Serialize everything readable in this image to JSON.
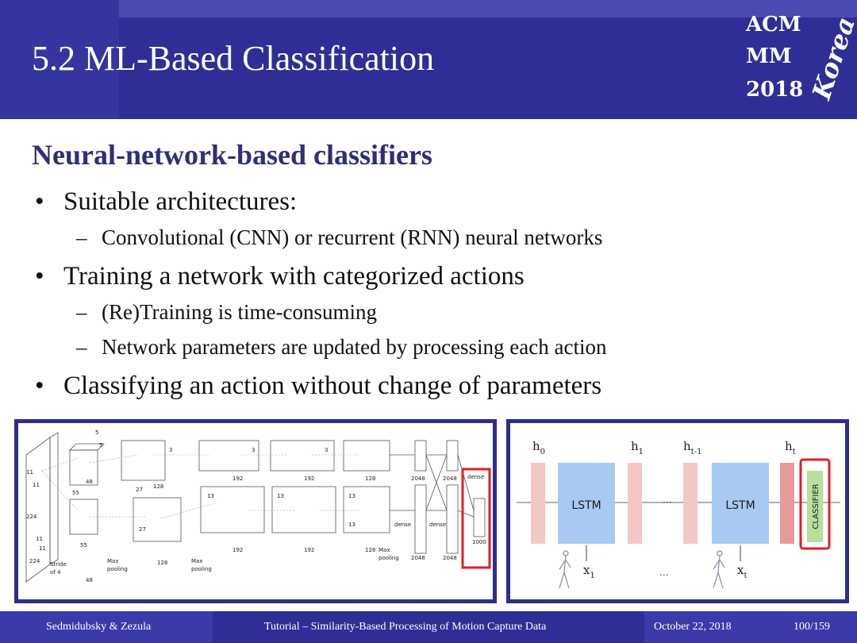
{
  "header": {
    "title": "5.2 ML-Based Classification",
    "logo": {
      "line1": "ACM",
      "line2": "MM",
      "line3": "2018",
      "script": "Korea"
    }
  },
  "content": {
    "heading": "Neural-network-based classifiers",
    "bullet_symbol": "•",
    "sub_symbol": "–",
    "bullets": [
      {
        "text": "Suitable architectures:"
      },
      {
        "text": "Training a network with categorized actions"
      },
      {
        "text": "Classifying an action without change of parameters"
      }
    ],
    "subs": [
      {
        "text": "Convolutional (CNN) or recurrent (RNN) neural networks"
      },
      {
        "text": "(Re)Training is time-consuming"
      },
      {
        "text": "Network parameters are updated by processing each action"
      }
    ]
  },
  "cnn_figure": {
    "labels": {
      "l5a": "5",
      "l5b": "5",
      "l11a": "11",
      "l11b": "11",
      "l11c": "11",
      "l11d": "11",
      "l224a": "224",
      "l224b": "224",
      "l48a": "48",
      "l48b": "48",
      "l55a": "55",
      "l55b": "55",
      "l27a": "27",
      "l27b": "27",
      "l128a": "128",
      "l128b": "128",
      "l128c": "128",
      "l128d": "128",
      "l3a": "3",
      "l3b": "3",
      "l3c": "3",
      "l192a": "192",
      "l192b": "192",
      "l192c": "192",
      "l192d": "192",
      "l13a": "13",
      "l13b": "13",
      "l13c": "13",
      "l13d": "13",
      "l2048a": "2048",
      "l2048b": "2048",
      "l2048c": "2048",
      "l2048d": "2048",
      "dense1": "dense",
      "dense2": "dense",
      "dense3": "dense",
      "l1000": "1000",
      "stride": "Stride",
      "of4": "of 4",
      "max1": "Max",
      "pool1": "pooling",
      "max2": "Max",
      "pool2": "pooling",
      "max3": "Max",
      "pool3": "pooling"
    }
  },
  "rnn_figure": {
    "h0": "h",
    "h0_sub": "0",
    "h1": "h",
    "h1_sub": "1",
    "ht1": "h",
    "ht1_sub": "t-1",
    "ht": "h",
    "ht_sub": "t",
    "lstm1": "LSTM",
    "lstm2": "LSTM",
    "dots1": "···",
    "dots2": "...",
    "x1": "x",
    "x1_sub": "1",
    "xt": "x",
    "xt_sub": "t",
    "classifier": "CLASSIFIER",
    "colors": {
      "lstm": "#a9c9f2",
      "hidden": "#f4c7c7",
      "hidden_last": "#e89a9a",
      "classifier": "#b7df9e",
      "highlight": "#e02020"
    }
  },
  "footer": {
    "authors": "Sedmidubsky & Zezula",
    "tutorial": "Tutorial – Similarity-Based Processing of Motion Capture Data",
    "date": "October 22, 2018",
    "page": "100/159"
  }
}
